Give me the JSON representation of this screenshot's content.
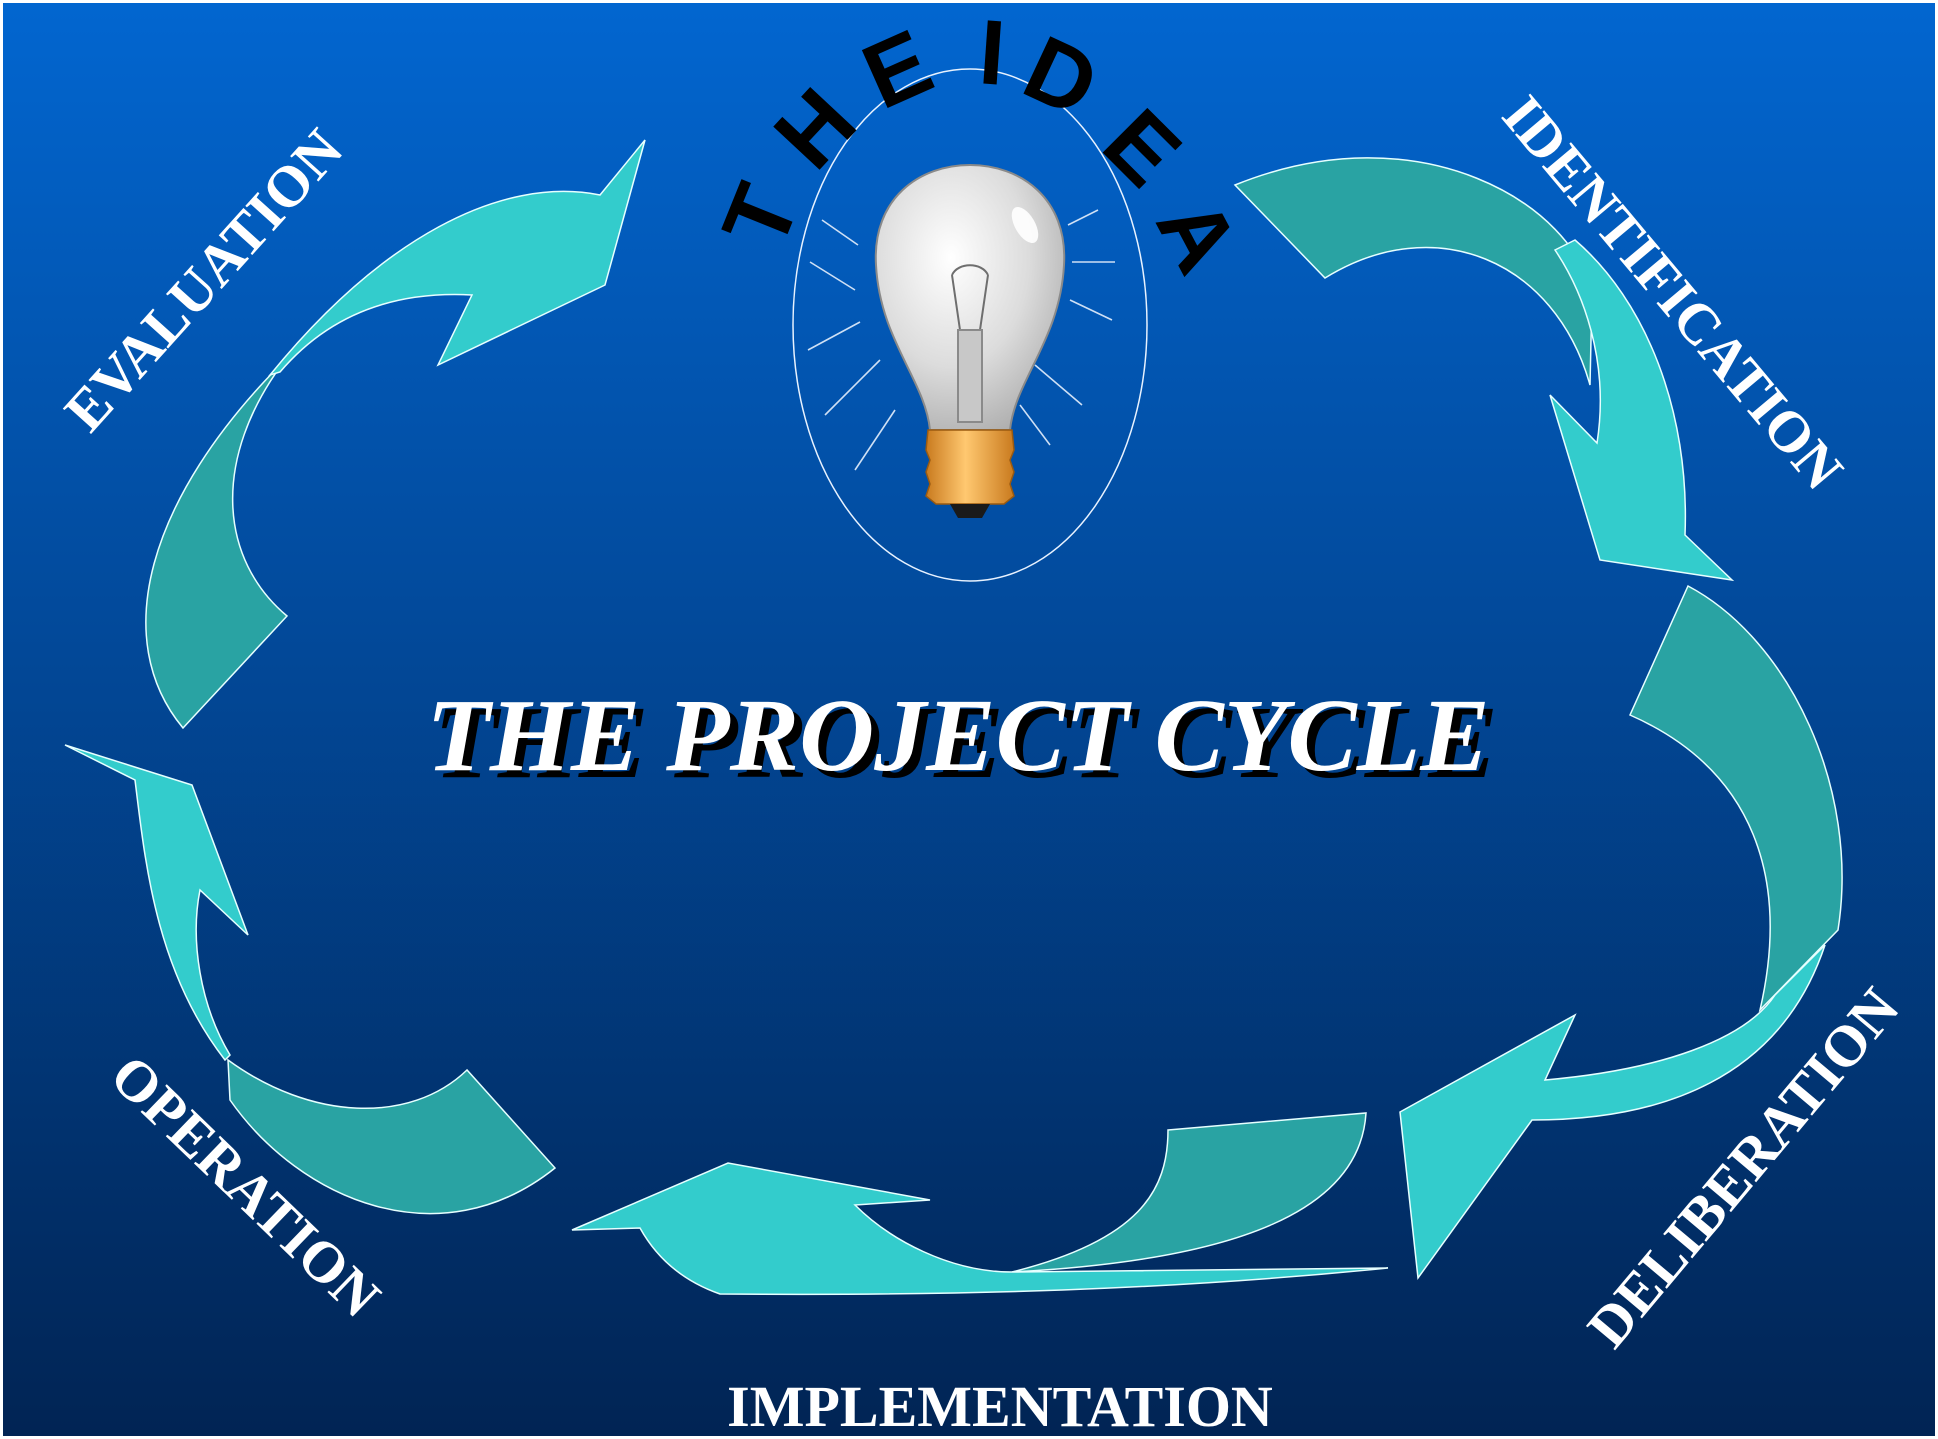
{
  "title": "THE PROJECT CYCLE",
  "idea": {
    "text": "THE IDEA",
    "letters": [
      "T",
      "H",
      "E",
      "I",
      "D",
      "E",
      "A"
    ]
  },
  "stages": {
    "identification": "IDENTIFICATION",
    "deliberation": "DELIBERATION",
    "implementation": "IMPLEMENTATION",
    "operation": "OPERATION",
    "evaluation": "EVALUATION"
  },
  "icons": {
    "idea": "lightbulb-icon"
  },
  "colors": {
    "background_top": "#0266D0",
    "background_bottom": "#012454",
    "arrow_light": "#33CCCC",
    "arrow_dark": "#29A3A3",
    "text": "#FFFFFF",
    "idea_text": "#000000",
    "bulb_base": "#F5A623"
  }
}
